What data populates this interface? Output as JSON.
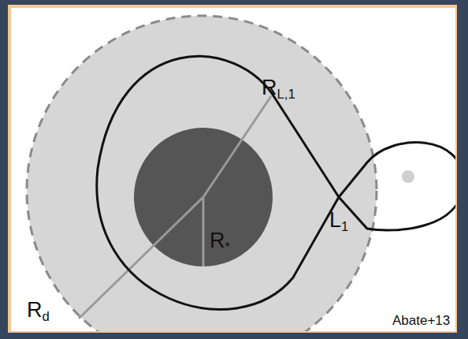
{
  "diagram": {
    "labels": [
      "RL,1",
      "R*",
      "Rd",
      "L1",
      "Abate+13"
    ]
  }
}
